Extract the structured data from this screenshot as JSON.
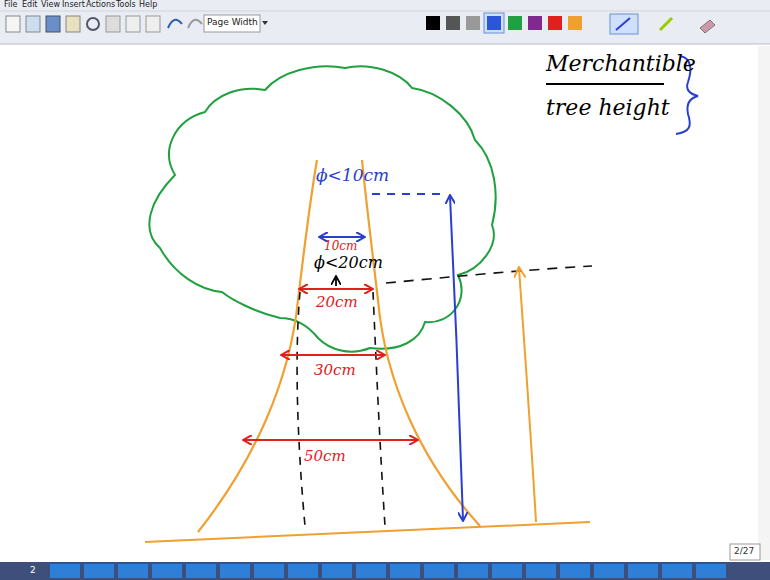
{
  "diagram": {
    "labels": [
      "File",
      "Edit",
      "View",
      "Insert",
      "Actions",
      "Tools",
      "Help",
      "Page Width",
      "Merchantible",
      "tree height",
      "ϕ<10cm",
      "10cm",
      "ϕ<20cm",
      "20cm",
      "30cm",
      "50cm",
      "2/27",
      "2"
    ]
  }
}
